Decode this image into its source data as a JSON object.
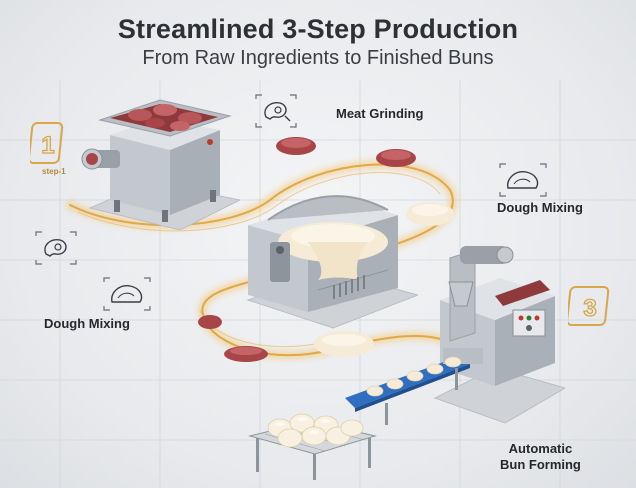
{
  "header": {
    "title": "Streamlined 3-Step Production",
    "subtitle": "From Raw Ingredients to Finished Buns"
  },
  "steps": [
    {
      "number": "1",
      "caption": "step-1",
      "label": "Meat Grinding",
      "icon": "meat-icon"
    },
    {
      "number": "",
      "caption": "",
      "label": "Dough Mixing",
      "icon": "dough-icon"
    },
    {
      "number": "",
      "caption": "",
      "label": "Dough Mixing",
      "icon": "dough-icon"
    },
    {
      "number": "3",
      "caption": "",
      "label_lines": [
        "Automatic",
        "Bun Forming"
      ],
      "icon": ""
    }
  ],
  "colors": {
    "accent_gold": "#d9a64a",
    "glow": "#f3c877",
    "meat": "#a84548",
    "steel": "#b9bec4",
    "belt": "#2f6ec0",
    "text": "#24282d"
  }
}
